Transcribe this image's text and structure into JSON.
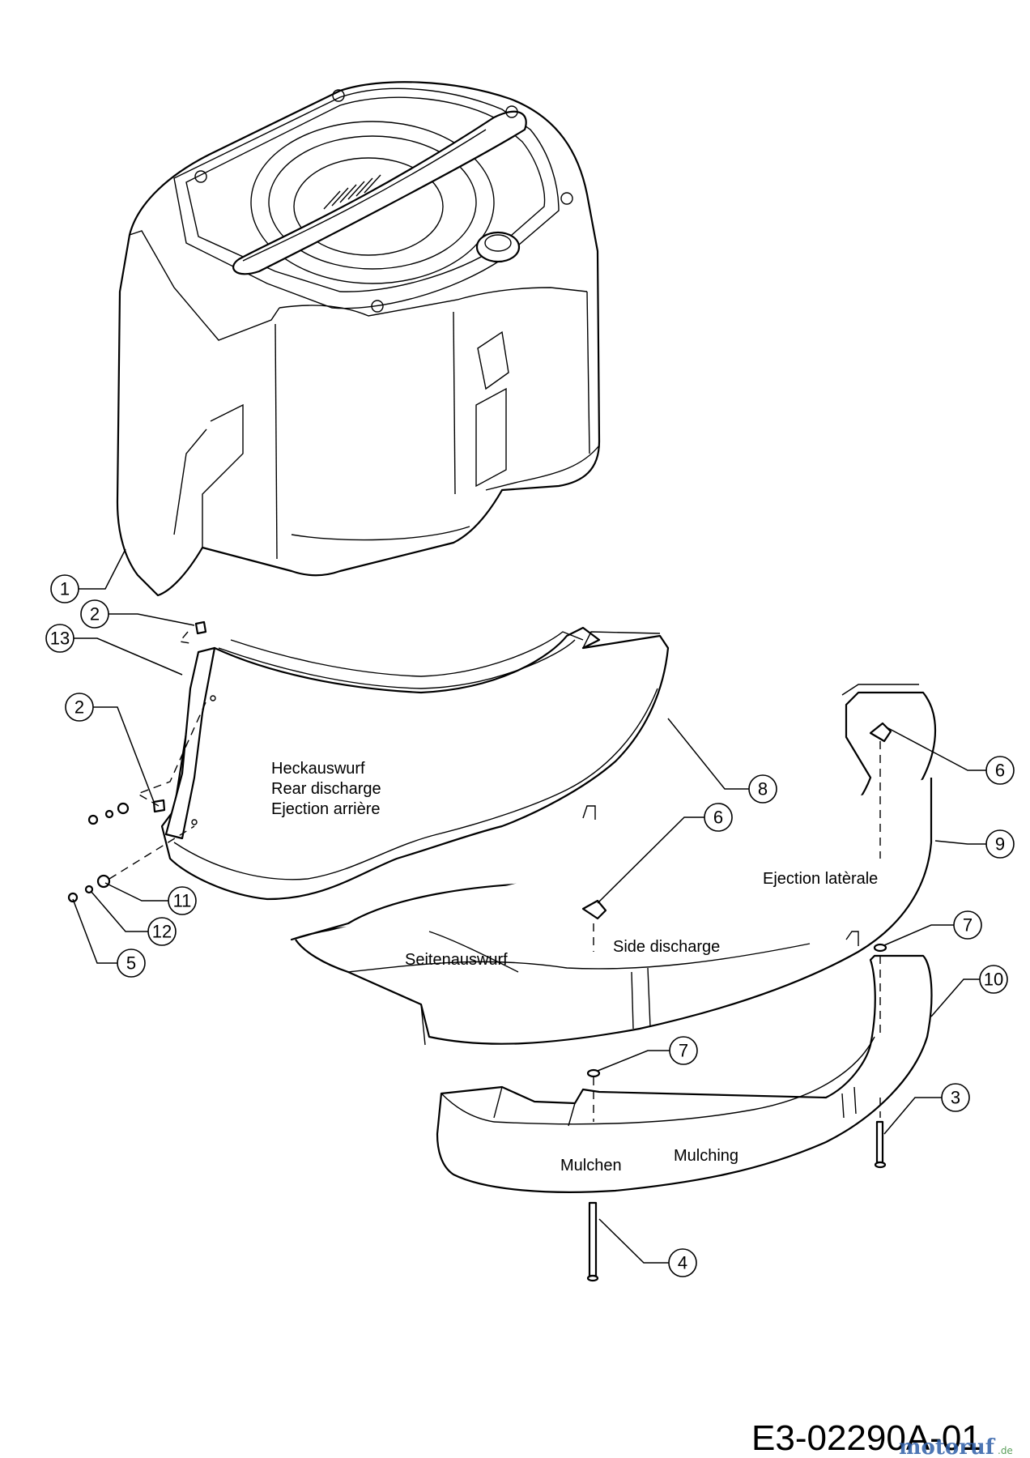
{
  "callouts": [
    {
      "number": "1"
    },
    {
      "number": "2"
    },
    {
      "number": "13"
    },
    {
      "number": "2"
    },
    {
      "number": "8"
    },
    {
      "number": "6"
    },
    {
      "number": "6"
    },
    {
      "number": "9"
    },
    {
      "number": "11"
    },
    {
      "number": "12"
    },
    {
      "number": "5"
    },
    {
      "number": "7"
    },
    {
      "number": "10"
    },
    {
      "number": "7"
    },
    {
      "number": "3"
    },
    {
      "number": "4"
    }
  ],
  "labels": {
    "rear_de": "Heckauswurf",
    "rear_en": "Rear discharge",
    "rear_fr": "Ejection arrière",
    "side_fr": "Ejection latèrale",
    "side_de": "Seitenauswurf",
    "side_en": "Side discharge",
    "mulch_de": "Mulchen",
    "mulch_en": "Mulching"
  },
  "diagram_code": "E3-02290A-01",
  "watermark": {
    "text_main": "motoruf",
    "text_suffix": ".de",
    "colors": [
      "#2e5fa8",
      "#e07a1f",
      "#3f8f3f"
    ]
  }
}
